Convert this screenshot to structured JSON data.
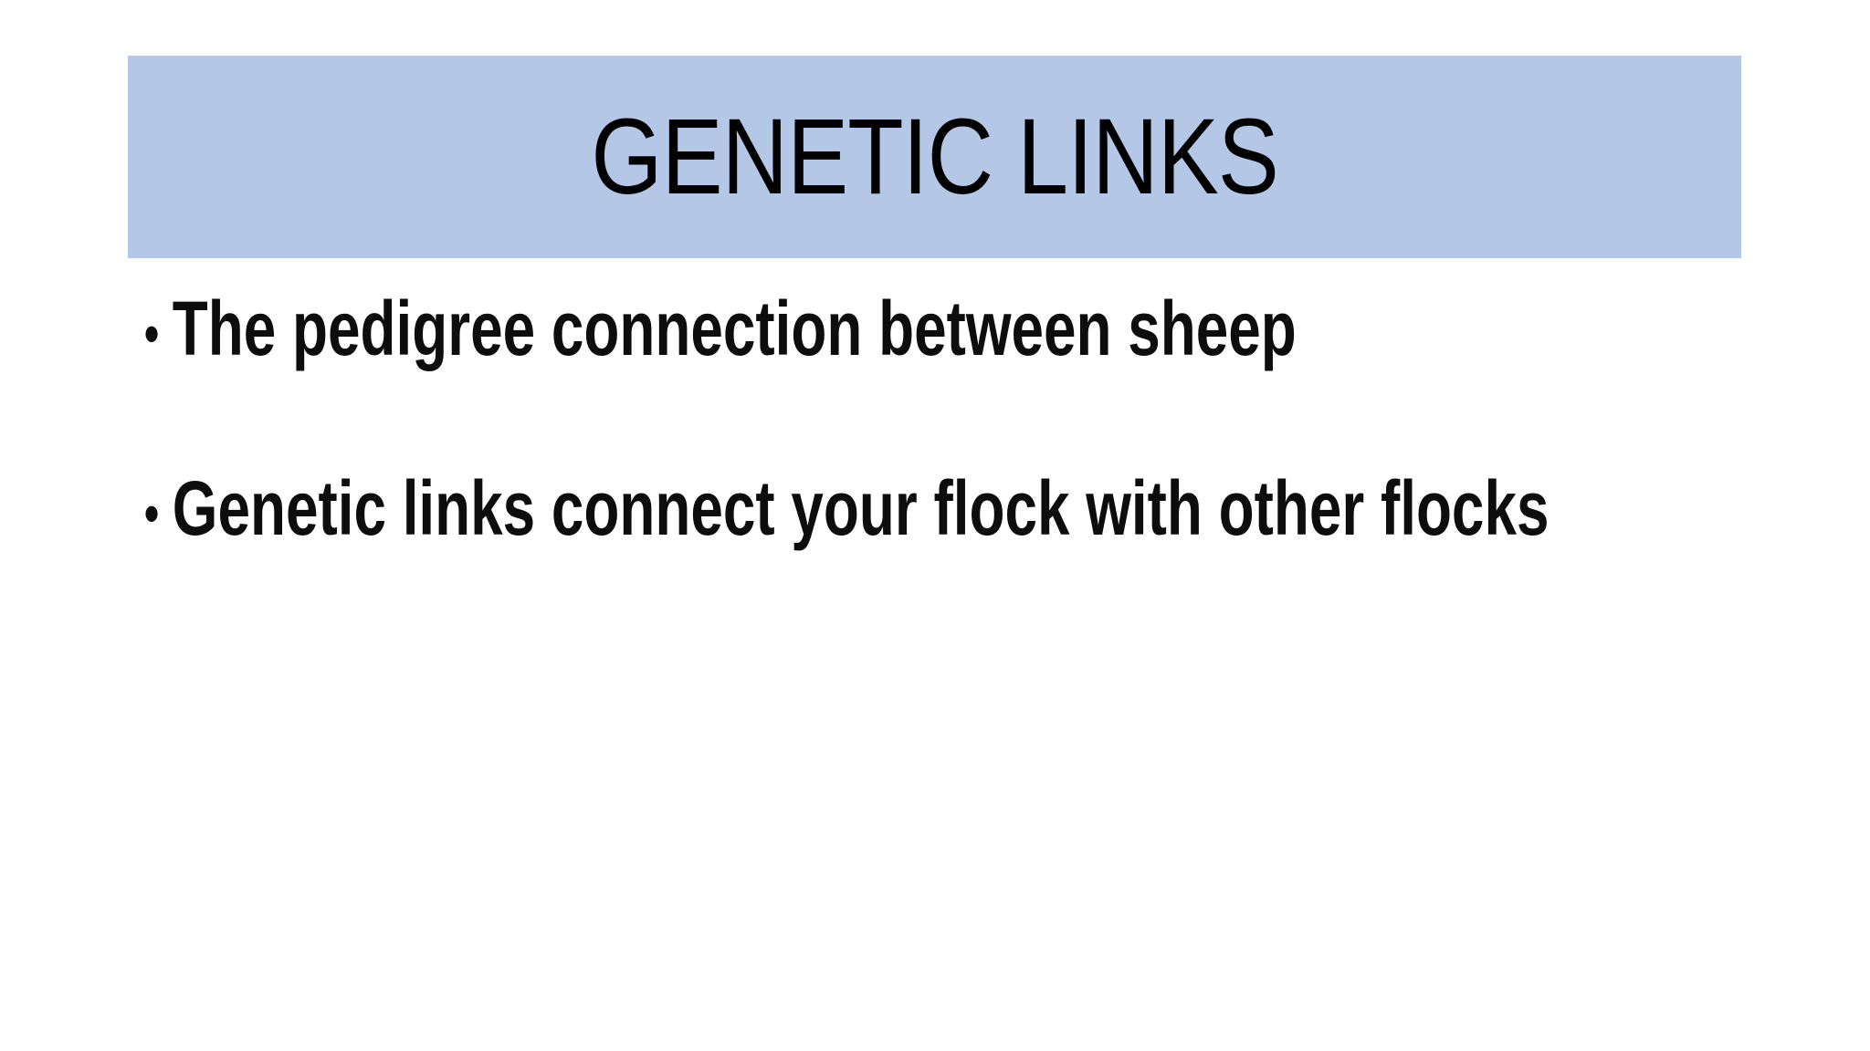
{
  "slide": {
    "title": "GENETIC LINKS",
    "bullets": [
      {
        "marker": "•",
        "text": "The pedigree connection between sheep"
      },
      {
        "marker": "•",
        "text": "Genetic links connect your flock with other flocks"
      }
    ],
    "colors": {
      "title_banner_bg": "#b4c7e7",
      "title_text": "#000000",
      "body_text": "#0d0d0d",
      "slide_bg": "#ffffff"
    }
  }
}
